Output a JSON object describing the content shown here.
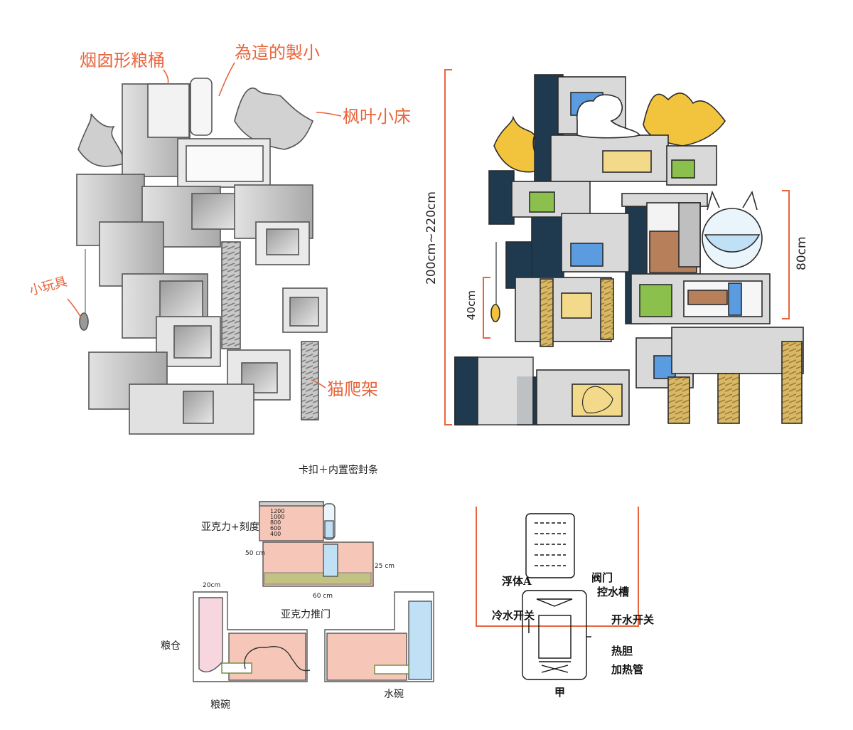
{
  "colors": {
    "annotation": "#e8653c",
    "navy": "#1f3a4f",
    "grey_block": "#d9d9d9",
    "yellow": "#f3d98a",
    "green": "#8cc04d",
    "blue": "#5b9be0",
    "pink": "#f6c7b8",
    "rope": "#d8b866"
  },
  "sketch": {
    "labels": {
      "chimney_bin": "烟囱形粮桶",
      "water": "為這的製小",
      "maple_bed": "枫叶小床",
      "toy": "小玩具",
      "scratch": "猫爬架"
    }
  },
  "colored": {
    "dimensions": {
      "total_height": "200cm~220cm",
      "upper_height": "80cm",
      "lower_height": "40cm"
    }
  },
  "section_drawing": {
    "labels": {
      "lid_note": "卡扣＋内置密封条",
      "acrylic_scale": "亚克力+刻度",
      "height_50": "50 cm",
      "width_60": "60 cm",
      "depth_25": "25 cm",
      "ticks": [
        "1200",
        "1000",
        "800",
        "600",
        "400"
      ],
      "width_20": "20cm",
      "acrylic_door": "亚克力推门",
      "food_bin": "粮仓",
      "food_bowl": "粮碗",
      "water_bowl": "水碗"
    }
  },
  "dispenser_diagram": {
    "labels": {
      "float": "浮体A",
      "valve": "阀门",
      "tank": "控水槽",
      "cold_switch": "冷水开关",
      "hot_switch": "开水开关",
      "liner": "热胆",
      "heater": "加热管",
      "caption": "甲"
    }
  }
}
